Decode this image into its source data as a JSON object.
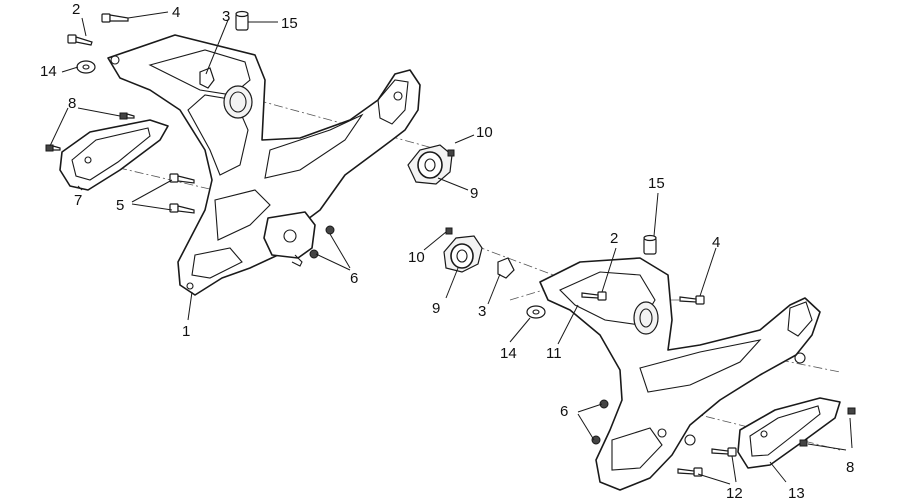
{
  "callouts": {
    "left_2": "2",
    "left_4": "4",
    "left_3": "3",
    "left_15": "15",
    "left_14": "14",
    "left_8": "8",
    "left_10": "10",
    "left_9": "9",
    "left_5": "5",
    "left_7": "7",
    "left_6": "6",
    "left_1": "1",
    "right_15": "15",
    "right_2": "2",
    "right_4": "4",
    "right_10": "10",
    "right_9": "9",
    "right_3": "3",
    "right_14": "14",
    "right_11": "11",
    "right_6": "6",
    "right_8": "8",
    "right_12": "12",
    "right_13": "13"
  },
  "colors": {
    "line": "#1a1a1a",
    "background": "#ffffff"
  }
}
